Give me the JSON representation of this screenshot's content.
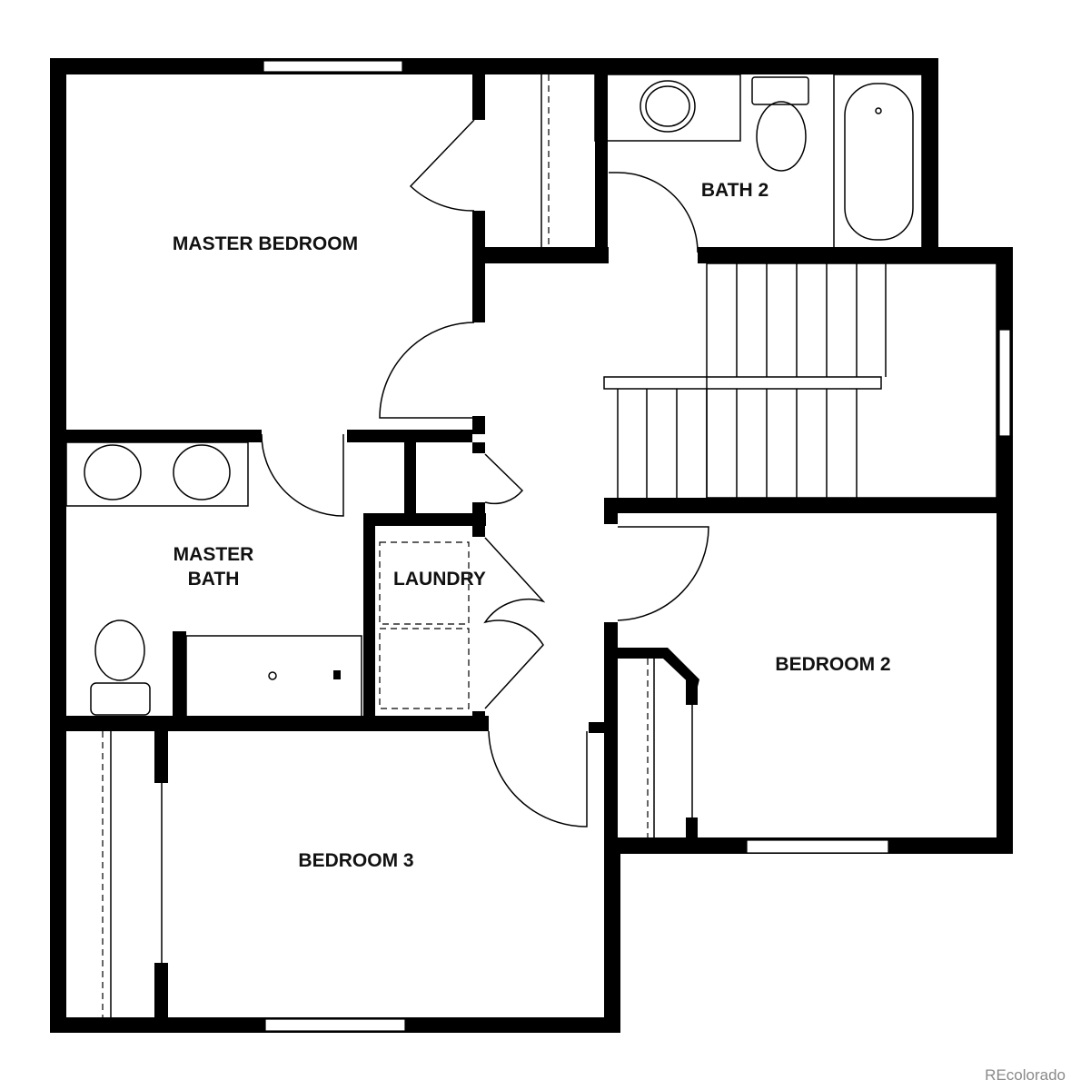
{
  "rooms": {
    "master_bedroom": "MASTER BEDROOM",
    "bath2": "BATH 2",
    "master_bath_line1": "MASTER",
    "master_bath_line2": "BATH",
    "laundry": "LAUNDRY",
    "bedroom2": "BEDROOM 2",
    "bedroom3": "BEDROOM 3"
  },
  "watermark": "REcolorado"
}
